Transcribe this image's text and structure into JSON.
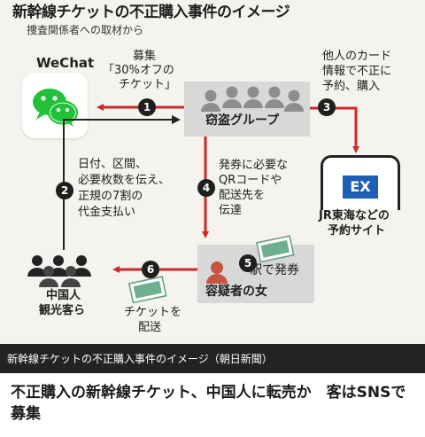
{
  "figure": {
    "title": "新幹線チケットの不正購入事件のイメージ",
    "subtitle": "捜査関係者への取材から",
    "wechat_label": "WeChat",
    "step1_label_line1": "募集",
    "step1_label_line2": "「30%オフの",
    "step1_label_line3": "チケット」",
    "group_label": "窃盗グループ",
    "step3_label_line1": "他人のカード",
    "step3_label_line2": "情報で不正に",
    "step3_label_line3": "予約、購入",
    "ex_badge": "EX",
    "jr_label_line1": "JR東海などの",
    "jr_label_line2": "予約サイト",
    "step2_label_line1": "日付、区間、",
    "step2_label_line2": "必要枚数を伝え、",
    "step2_label_line3": "正規の7割の",
    "step2_label_line4": "代金支払い",
    "step4_label_line1": "発券に必要な",
    "step4_label_line2": "QRコードや",
    "step4_label_line3": "配送先を",
    "step4_label_line4": "伝達",
    "station_label": "駅で発券",
    "woman_label": "容疑者の女",
    "tourists_label_line1": "中国人",
    "tourists_label_line2": "観光客ら",
    "step6_label_line1": "チケットを",
    "step6_label_line2": "配送",
    "steps": [
      "1",
      "2",
      "3",
      "4",
      "5",
      "6"
    ]
  },
  "caption": "新幹線チケットの不正購入事件のイメージ（朝日新聞）",
  "headline": "不正購入の新幹線チケット、中国人に転売か　客はSNSで募集",
  "colors": {
    "arrow_red": "#cc2a2a",
    "ex_blue": "#1d5fb4",
    "ticket_green": "#6fae8e",
    "wechat_green": "#22c13a"
  }
}
